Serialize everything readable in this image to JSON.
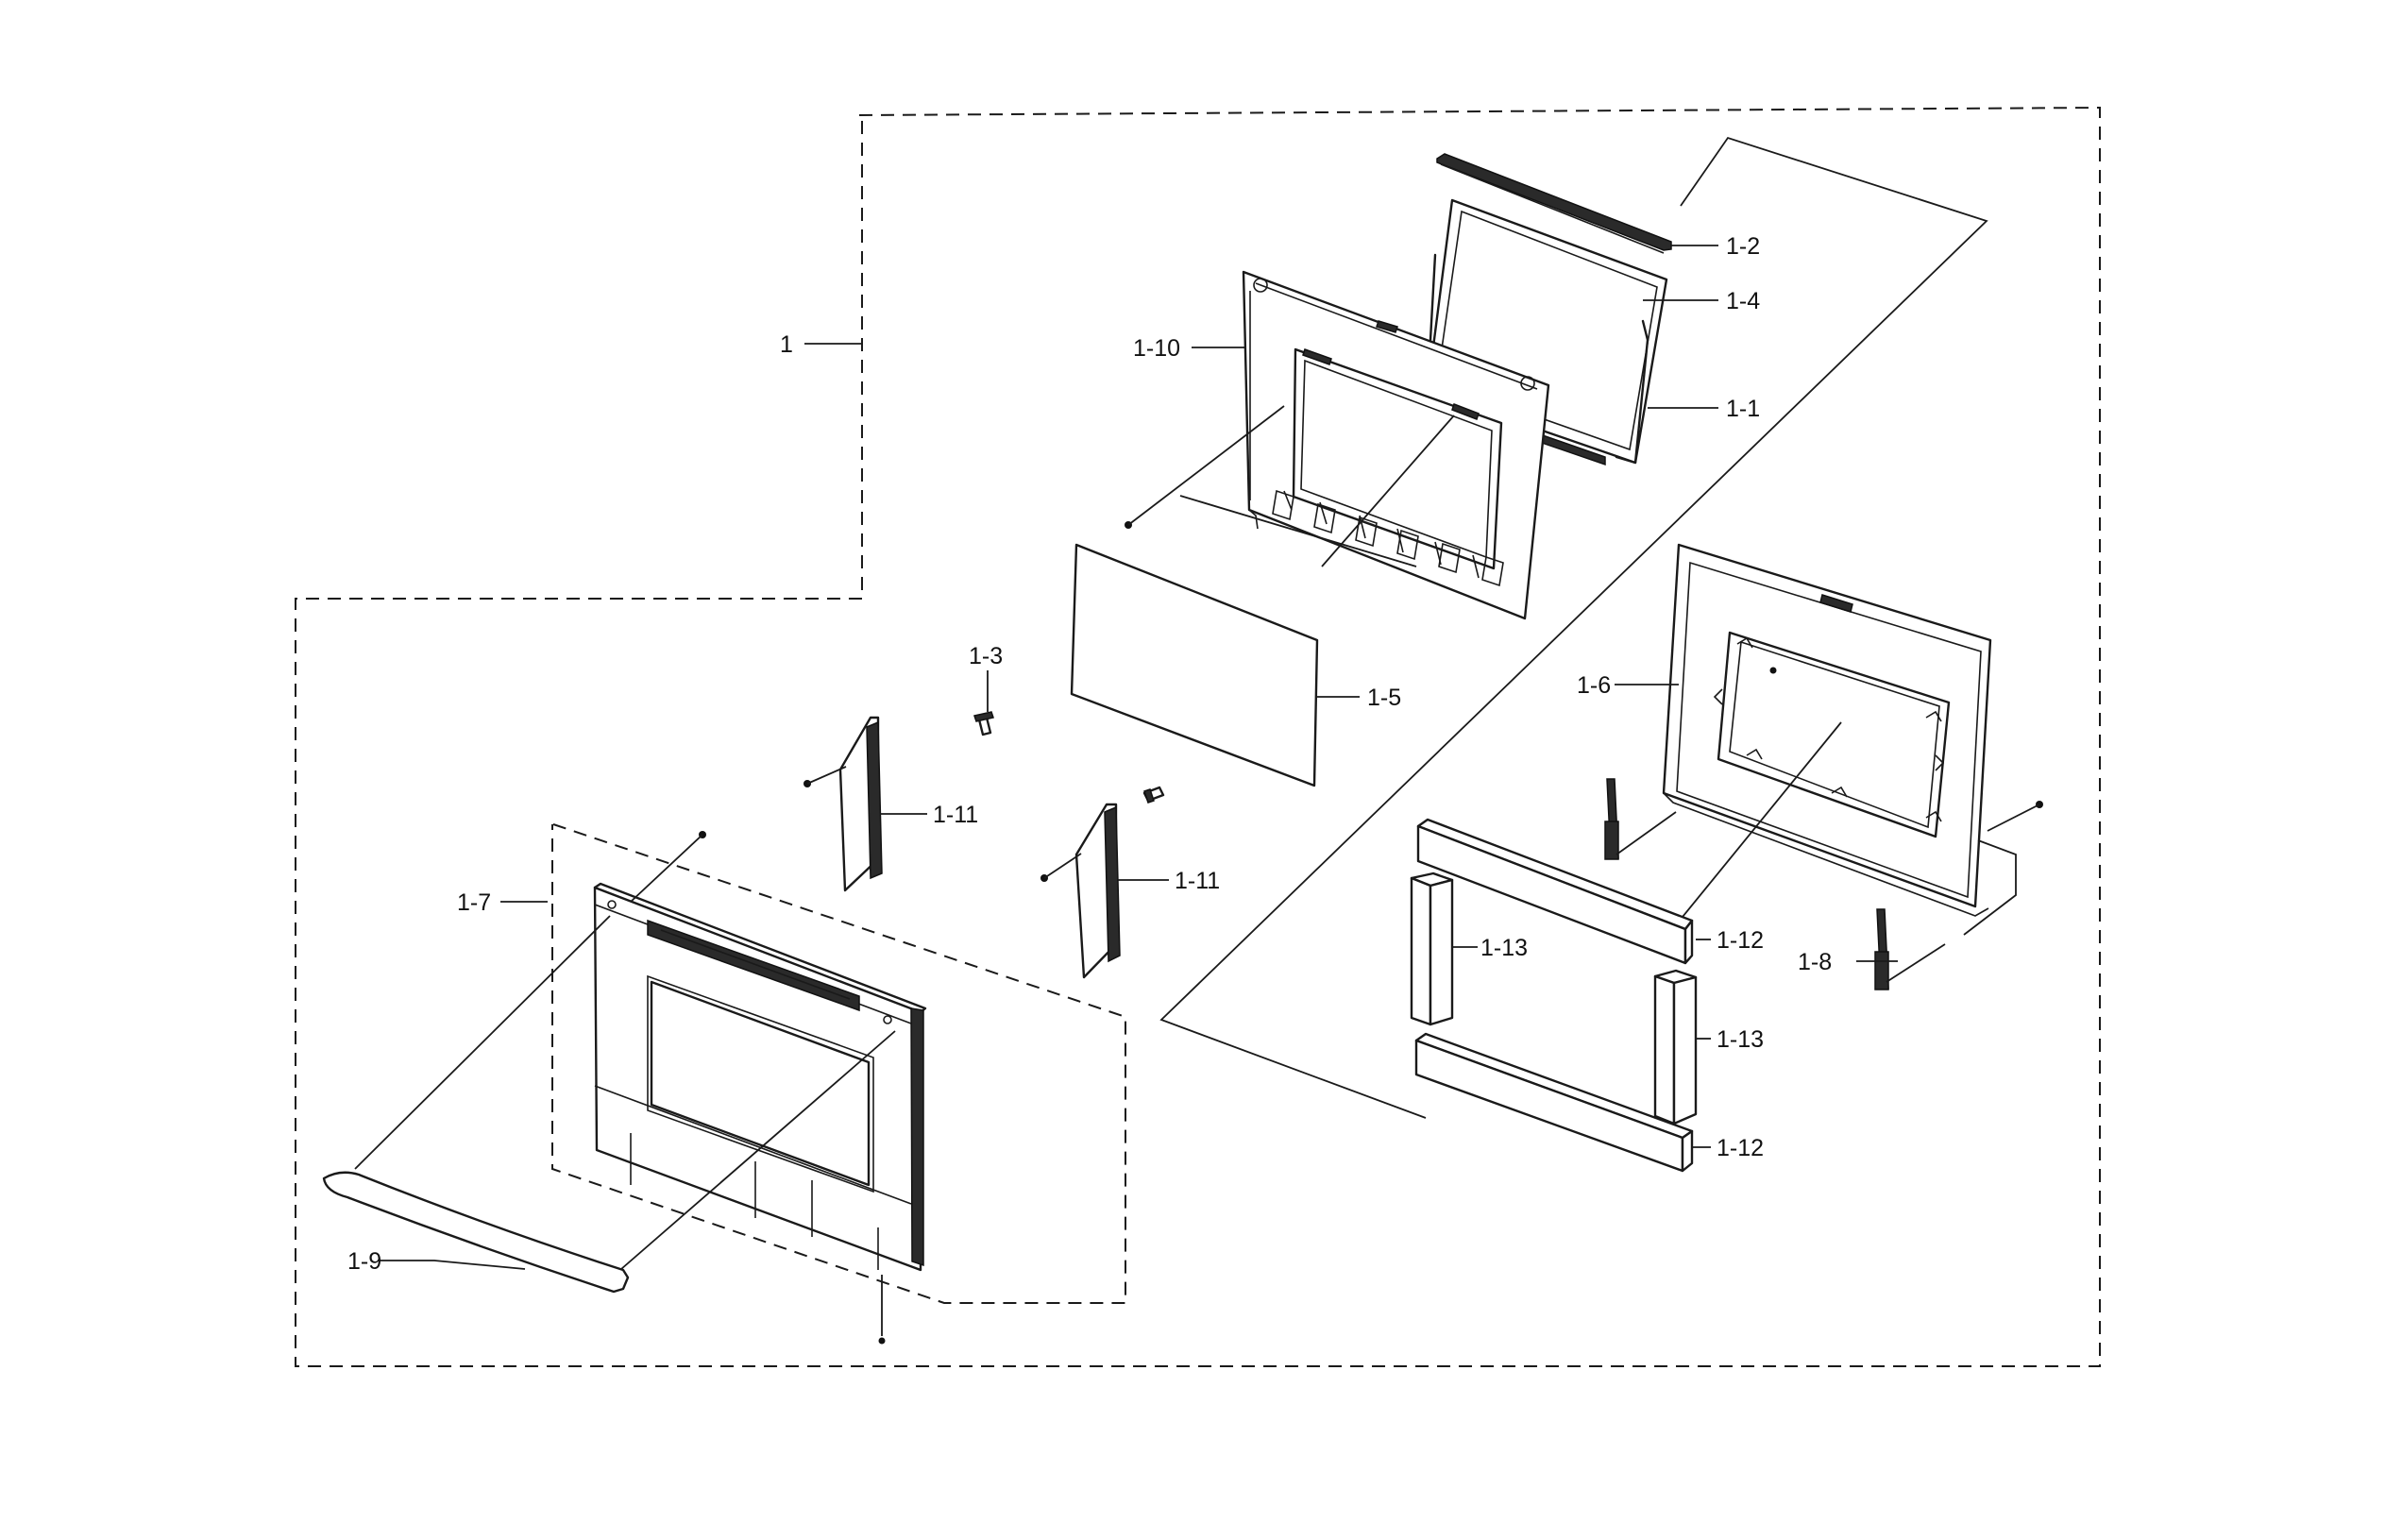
{
  "callouts": {
    "assembly": "1",
    "p1_1": "1-1",
    "p1_2": "1-2",
    "p1_3": "1-3",
    "p1_4": "1-4",
    "p1_5": "1-5",
    "p1_6": "1-6",
    "p1_7": "1-7",
    "p1_8": "1-8",
    "p1_9": "1-9",
    "p1_10": "1-10",
    "p1_11a": "1-11",
    "p1_11b": "1-11",
    "p1_12a": "1-12",
    "p1_12b": "1-12",
    "p1_13a": "1-13",
    "p1_13b": "1-13"
  }
}
